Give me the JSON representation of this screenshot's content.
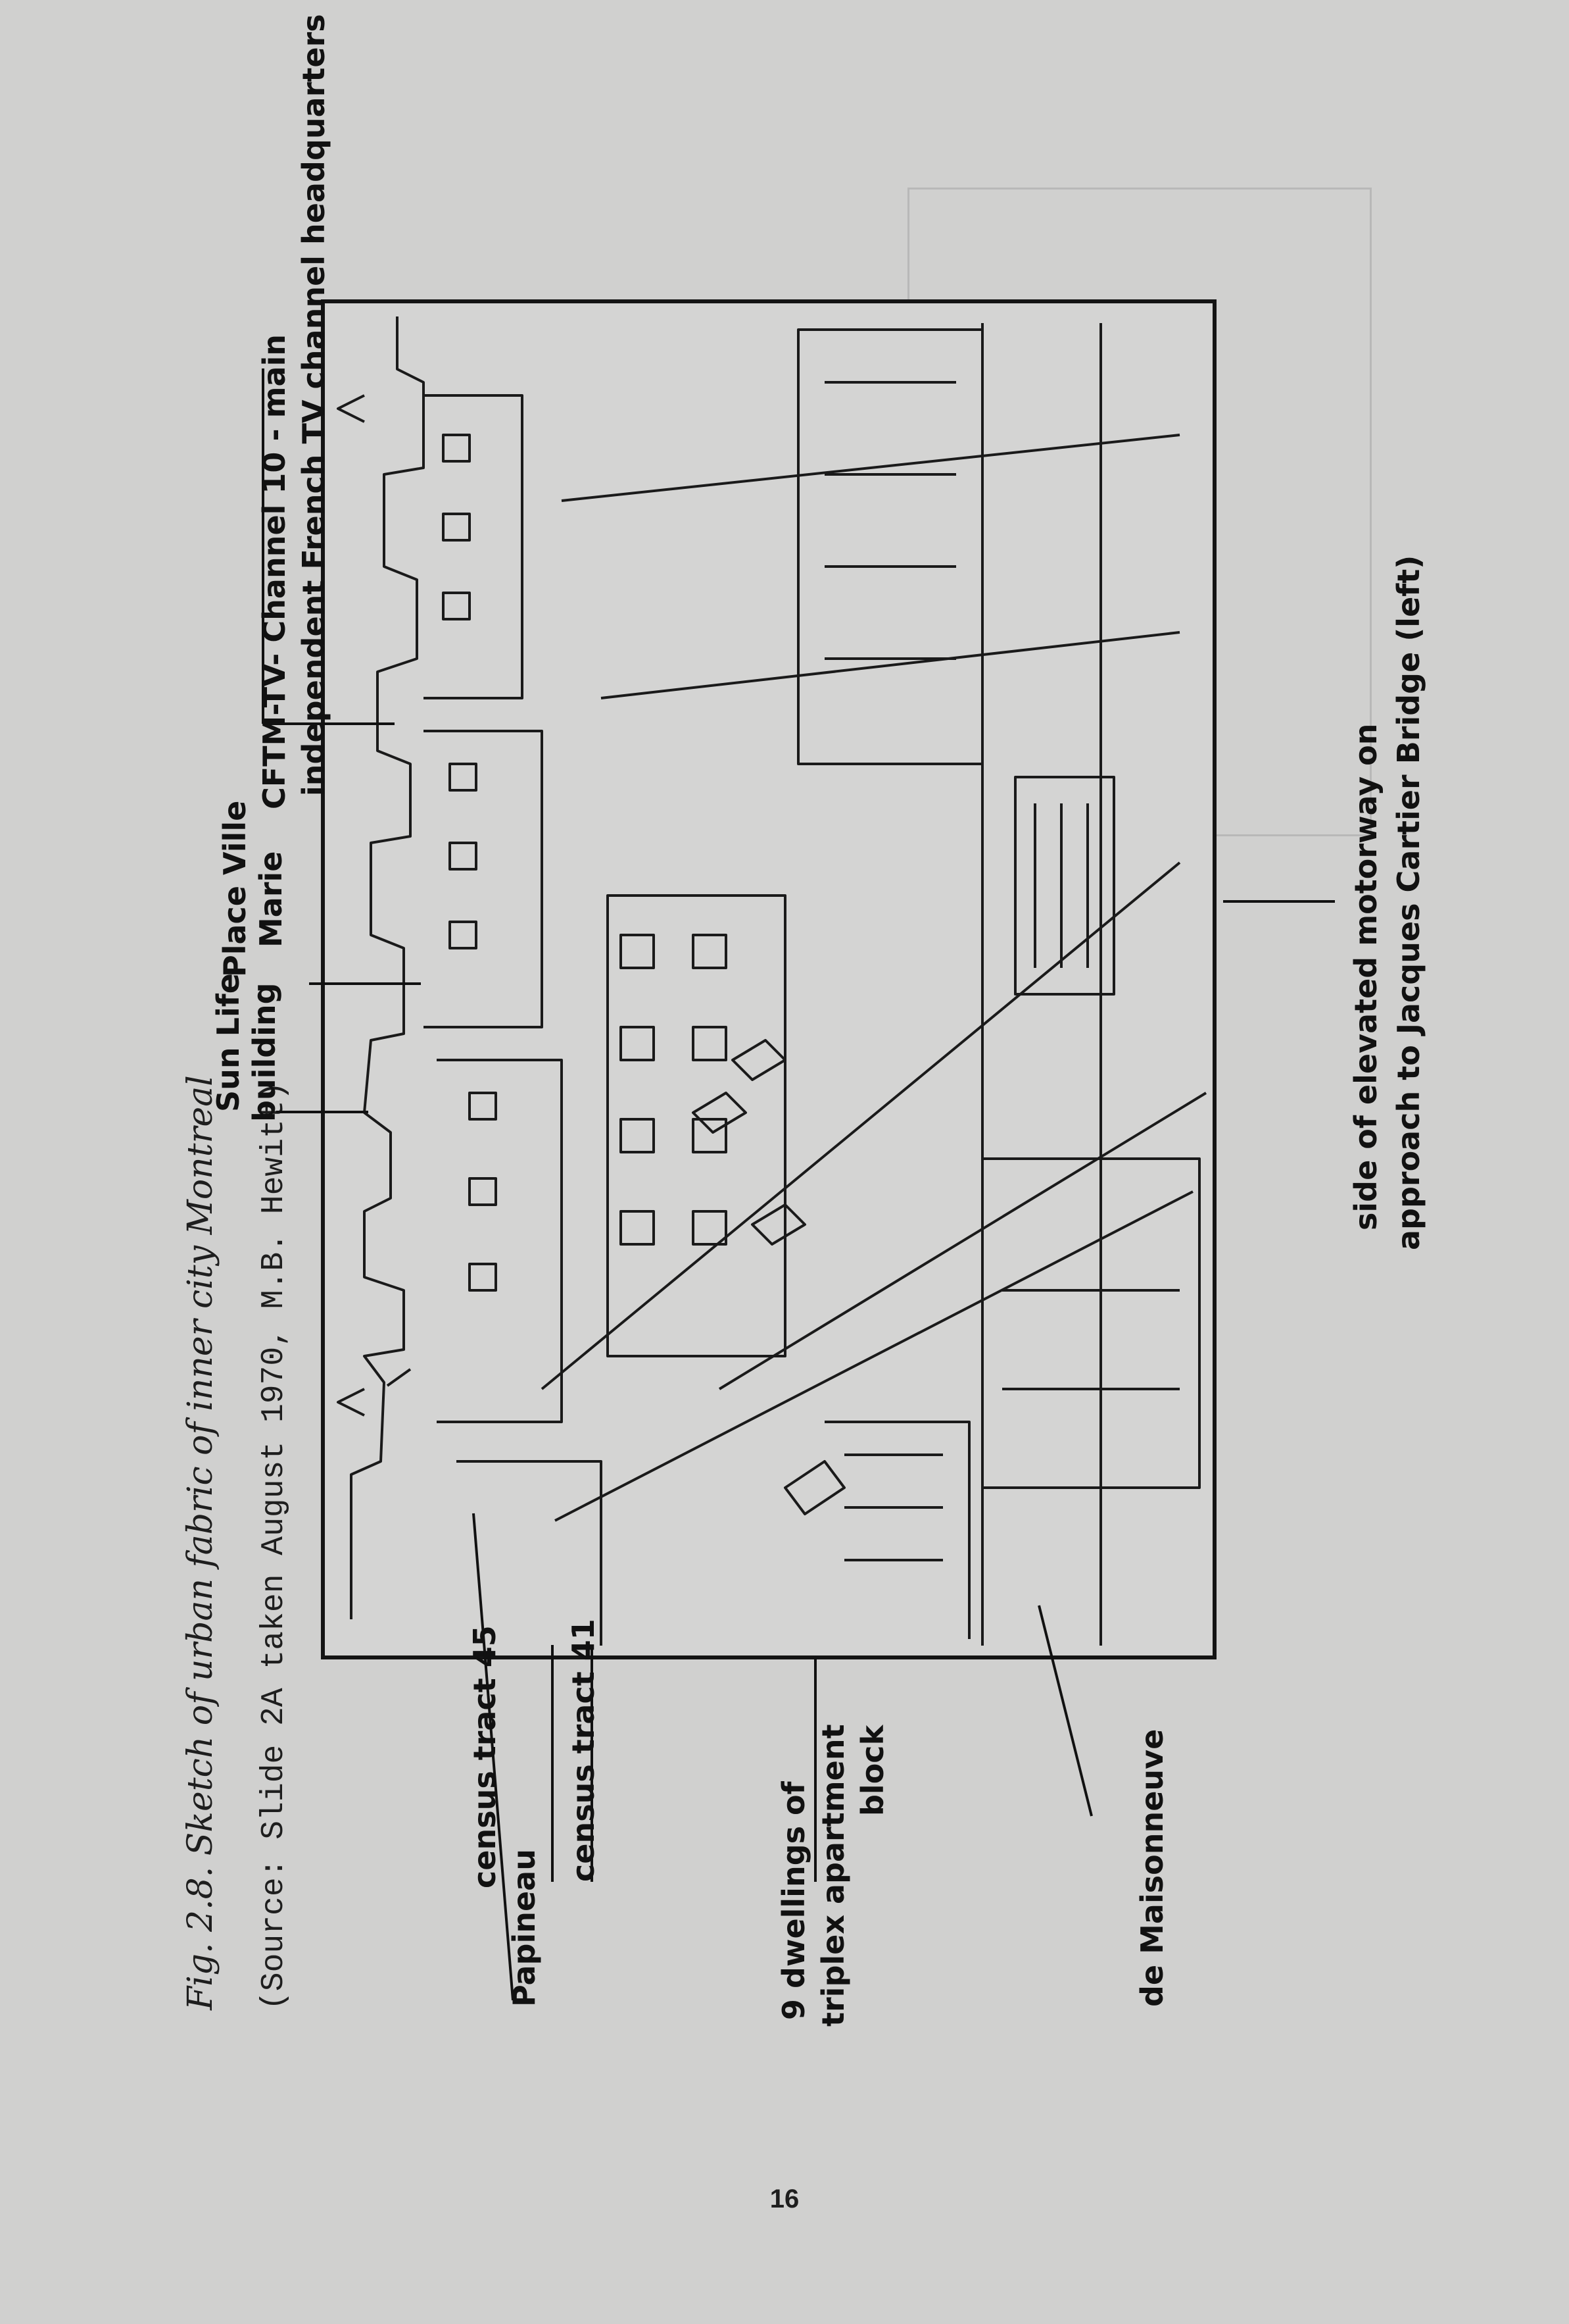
{
  "caption": {
    "title": "Fig. 2.8.  Sketch of urban fabric of inner city Montreal",
    "source": "(Source: Slide 2A taken August 1970, M.B. Hewitt)"
  },
  "labels": {
    "cftm": "CFTM-TV- Channel 10 - main",
    "cftm2": "independent French TV channel headquarters",
    "place_ville": "Place Ville",
    "place_ville2": "Marie",
    "sun_life": "Sun Life",
    "sun_life2": "building",
    "census45": "census tract 45",
    "census41": "census tract 41",
    "papineau": "Papineau",
    "dwellings": "9 dwellings of",
    "dwellings2": "triplex apartment",
    "dwellings3": "block",
    "maisonneuve": "de Maisonneuve",
    "motorway": "side of elevated motorway on",
    "motorway2": "approach to Jacques Cartier Bridge (left)"
  },
  "page_number": "16"
}
